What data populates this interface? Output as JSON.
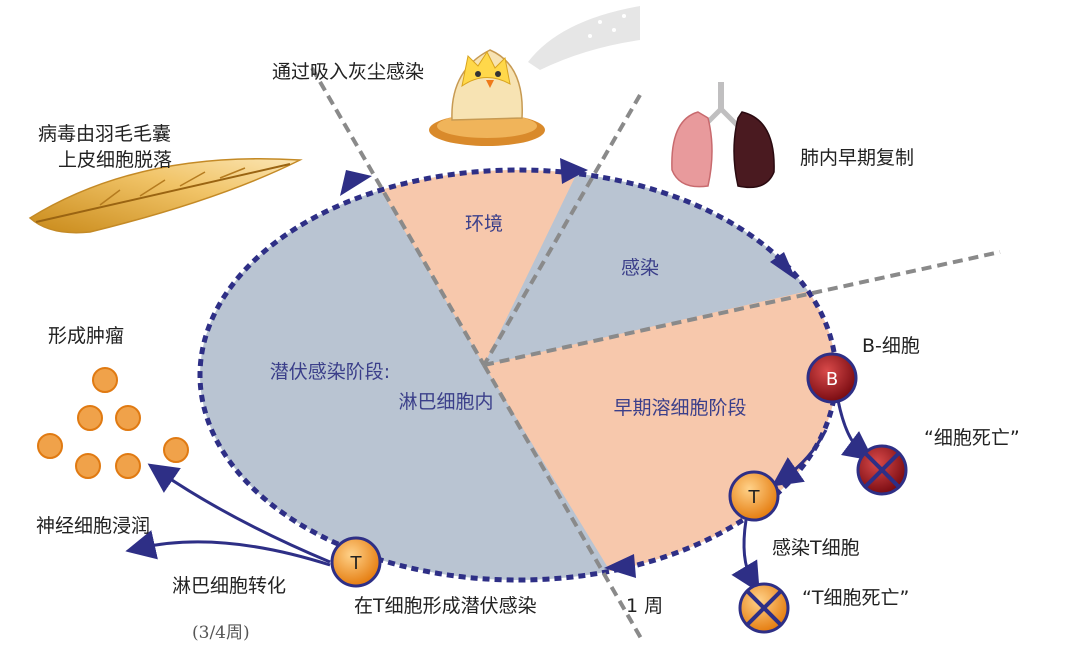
{
  "labels": {
    "feather_line1": "病毒由羽毛毛囊",
    "feather_line2": "上皮细胞脱落",
    "inhale": "通过吸入灰尘感染",
    "lung": "肺内早期复制",
    "tumor": "形成肿瘤",
    "nerve": "神经细胞浸润",
    "lymph_transform": "淋巴细胞转化",
    "weeks": "(3/4周)",
    "latent_in_t": "在T细胞形成潜伏感染",
    "one_week": "1 周",
    "b_cell": "B-细胞",
    "b_death": "“细胞死亡”",
    "infect_t": "感染T细胞",
    "t_death": "“T细胞死亡”"
  },
  "segments": {
    "environment": "环境",
    "infection": "感染",
    "early_lytic": "早期溶细胞阶段",
    "latent_line1": "潜伏感染阶段:",
    "latent_line2": "淋巴细胞内"
  },
  "cells": {
    "b_letter": "B",
    "t_letter_1": "T",
    "t_letter_2": "T"
  },
  "colors": {
    "orange_fill": "#f7c8ac",
    "blue_fill": "#b9c4d2",
    "arrow_navy": "#2e2f86",
    "dash_gray": "#8a8a8a",
    "b_cell": "#a3171d",
    "t_cell": "#f2931f"
  }
}
